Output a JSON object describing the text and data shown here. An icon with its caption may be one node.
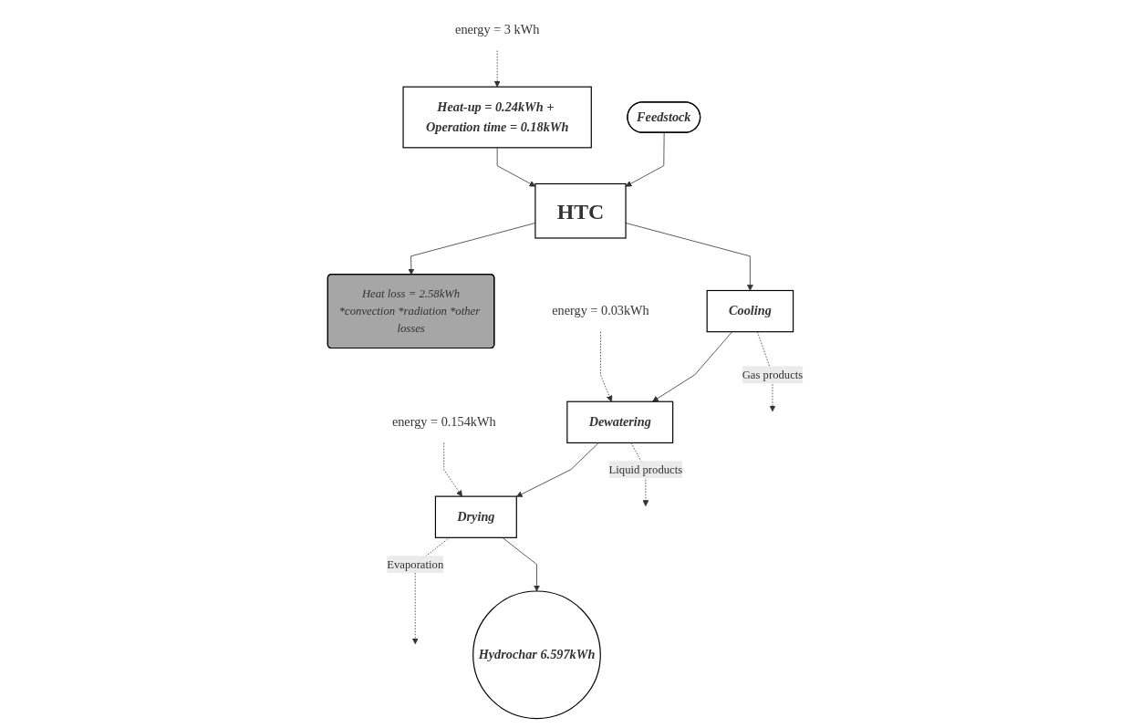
{
  "diagram": {
    "nodes": [
      {
        "text": [
          "Feedstock"
        ]
      },
      {
        "text": [
          "Heat loss = 2.58kWh",
          "*convection *radiation *other losses"
        ]
      },
      {
        "text": [
          "energy = 3 kWh"
        ]
      },
      {
        "text": [
          "Heat-up = 0.24kWh + Operation time = 0.18kWh"
        ]
      },
      {
        "text": [
          "HTC"
        ]
      },
      {
        "text": [
          "Cooling"
        ]
      },
      {
        "text": [
          "energy = 0.03kWh"
        ]
      },
      {
        "text": [
          "Dewatering"
        ]
      },
      {
        "text": [
          "energy = 0.154kWh"
        ]
      },
      {
        "text": [
          "Drying"
        ]
      },
      {
        "text": [
          "Hydrochar 6.597kWh"
        ]
      }
    ],
    "edges": [
      {
        "from": 0,
        "to": 4,
        "arrow": "to"
      },
      {
        "from": 2,
        "to": 3,
        "arrow": "to",
        "style": "dashed"
      },
      {
        "from": 3,
        "to": 4,
        "arrow": "to"
      },
      {
        "from": 4,
        "to": 1,
        "arrow": "to"
      },
      {
        "from": 4,
        "to": 5,
        "arrow": "to"
      },
      {
        "from": 5,
        "to": null,
        "arrow": "to",
        "style": "dashed",
        "label": "Gas products"
      },
      {
        "from": 5,
        "to": 7,
        "arrow": "to"
      },
      {
        "from": 6,
        "to": 7,
        "arrow": "to",
        "style": "dashed"
      },
      {
        "from": 7,
        "to": null,
        "arrow": "to",
        "style": "dashed",
        "label": "Liquid products"
      },
      {
        "from": 7,
        "to": 9,
        "arrow": "to"
      },
      {
        "from": 8,
        "to": 9,
        "arrow": "to",
        "style": "dashed"
      },
      {
        "from": 9,
        "to": null,
        "arrow": "to",
        "style": "dashed",
        "label": "Evaporation"
      },
      {
        "from": 9,
        "to": 10,
        "arrow": "to"
      }
    ]
  }
}
